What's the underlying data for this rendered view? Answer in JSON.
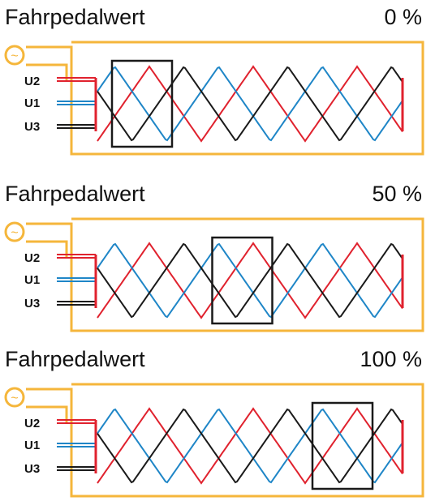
{
  "colors": {
    "frame": "#F5B63B",
    "phase_u1": "#1F86C7",
    "phase_u2": "#E0222E",
    "phase_u3": "#1A1A1A",
    "window": "#1A1A1A"
  },
  "icons": {
    "source": "ac-source-icon"
  },
  "panels": [
    {
      "title": "Fahrpedalwert",
      "value_label": "0 %",
      "position": 0.0,
      "phases": [
        "U2",
        "U1",
        "U3"
      ]
    },
    {
      "title": "Fahrpedalwert",
      "value_label": "50 %",
      "position": 0.5,
      "phases": [
        "U2",
        "U1",
        "U3"
      ]
    },
    {
      "title": "Fahrpedalwert",
      "value_label": "100 %",
      "position": 1.0,
      "phases": [
        "U2",
        "U1",
        "U3"
      ]
    }
  ]
}
